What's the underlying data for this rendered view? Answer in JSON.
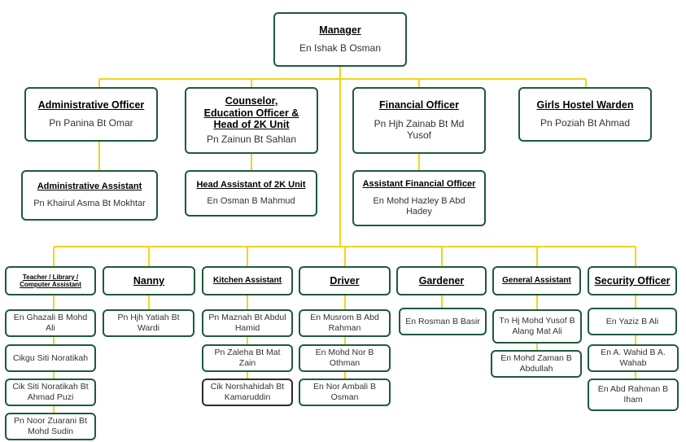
{
  "colors": {
    "connector": "#f2d21f",
    "border": "#1e5a3c"
  },
  "manager": {
    "title": "Manager",
    "name": "En Ishak B Osman"
  },
  "officers": [
    {
      "title": "Administrative Officer",
      "name": "Pn Panina Bt Omar"
    },
    {
      "title_lines": [
        "Counselor,",
        "Education Officer &",
        "Head of 2K Unit"
      ],
      "name": "Pn Zainun Bt Sahlan"
    },
    {
      "title": "Financial Officer",
      "name_lines": [
        "Pn Hjh Zainab Bt Md",
        "Yusof"
      ]
    },
    {
      "title": "Girls Hostel Warden",
      "name": "Pn Poziah Bt Ahmad"
    }
  ],
  "assistants": [
    {
      "title": "Administrative Assistant",
      "name": "Pn Khairul Asma Bt Mokhtar"
    },
    {
      "title": "Head Assistant of 2K Unit",
      "name": "En Osman B Mahmud"
    },
    {
      "title": "Assistant Financial Officer",
      "name_lines": [
        "En Mohd Hazley B Abd",
        "Hadey"
      ]
    }
  ],
  "staff_groups": [
    {
      "title_lines": [
        "Teacher / Library /",
        "Computer Assistant"
      ],
      "members": [
        [
          "En Ghazali B Mohd",
          "Ali"
        ],
        [
          "Cikgu Siti Noratikah"
        ],
        [
          "Cik Siti Noratikah Bt",
          "Ahmad Puzi"
        ],
        [
          "Pn Noor Zuarani Bt",
          "Mohd Sudin"
        ]
      ]
    },
    {
      "title": "Nanny",
      "members": [
        [
          "Pn Hjh Yatiah Bt",
          "Wardi"
        ]
      ]
    },
    {
      "title": "Kitchen Assistant",
      "members": [
        [
          "Pn Maznah Bt Abdul",
          "Hamid"
        ],
        [
          "Pn Zaleha Bt Mat",
          "Zain"
        ],
        [
          "Cik Norshahidah Bt",
          "Kamaruddin"
        ]
      ]
    },
    {
      "title": "Driver",
      "members": [
        [
          "En Musrom B Abd",
          "Rahman"
        ],
        [
          "En Mohd Nor B",
          "Othman"
        ],
        [
          "En Nor Ambali B",
          "Osman"
        ]
      ]
    },
    {
      "title": "Gardener",
      "members": [
        [
          "En Rosman B Basir"
        ]
      ]
    },
    {
      "title": "General Assistant",
      "members": [
        [
          "Tn Hj Mohd Yusof B",
          "Alang Mat Ali"
        ],
        [
          "En Mohd Zaman B",
          "Abdullah"
        ]
      ]
    },
    {
      "title": "Security Officer",
      "members": [
        [
          "En Yaziz B Ali"
        ],
        [
          "En A. Wahid B A.",
          "Wahab"
        ],
        [
          "En  Abd Rahman B",
          "Iham"
        ]
      ]
    }
  ]
}
